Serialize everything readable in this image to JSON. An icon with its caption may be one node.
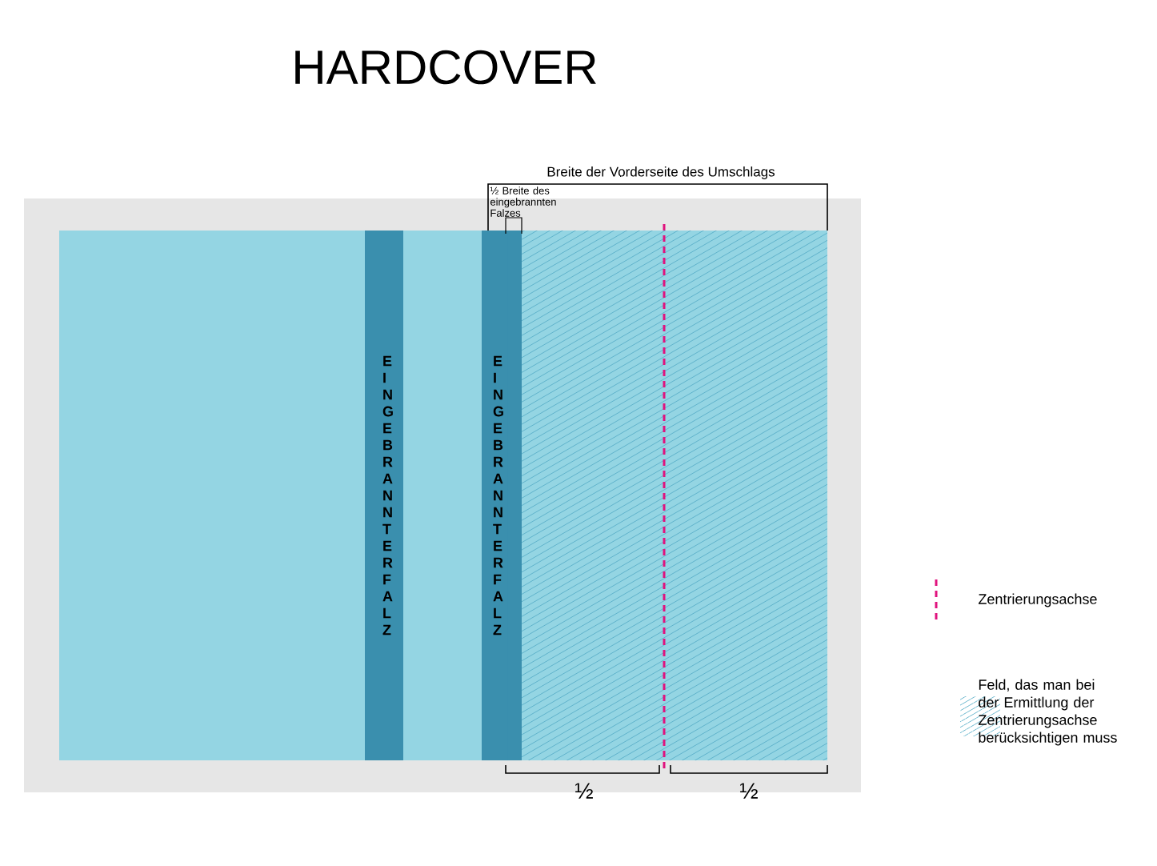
{
  "diagram": {
    "title": "HARDCOVER",
    "nodes": [
      {
        "text": [
          "EINGEBRANNTER FALZ"
        ]
      },
      {
        "text": [
          "EINGEBRANNTER FALZ"
        ]
      }
    ],
    "labels": [
      "Breite der Vorderseite des Umschlags",
      "½ Breite des eingebrannten Falzes",
      "½",
      "½"
    ],
    "legend": [
      {
        "text": "Zentrierungsachse"
      },
      {
        "text": "Feld, das man bei der Ermittlung der Zentrierungsachse berücksichtigen muss"
      }
    ]
  }
}
